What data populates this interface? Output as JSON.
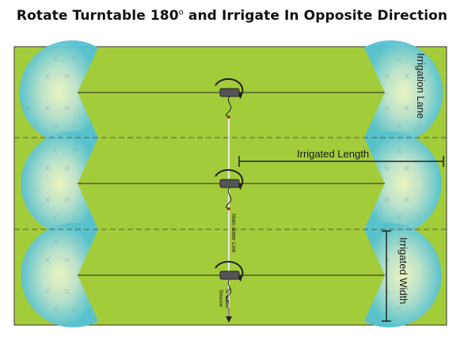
{
  "title": {
    "main": "Rotate Turntable 180",
    "degree": "o",
    "rest": " and Irrigate In Opposite Direction"
  },
  "labels": {
    "irrigation_lane": "Irrigation Lane",
    "irrigated_length": "Irrigated Length",
    "irrigated_width": "Irrigated Width",
    "main_water_line": "Main water Line",
    "to_water_source_line1": "To water",
    "to_water_source_line2": "Source"
  },
  "colors": {
    "field": "#a3cc3a",
    "spray_edge": "#5ec6d6",
    "spray_center": "#e9f4c8",
    "hose": "#222222",
    "turntable_body": "#555555",
    "lane_divider": "#555555"
  }
}
